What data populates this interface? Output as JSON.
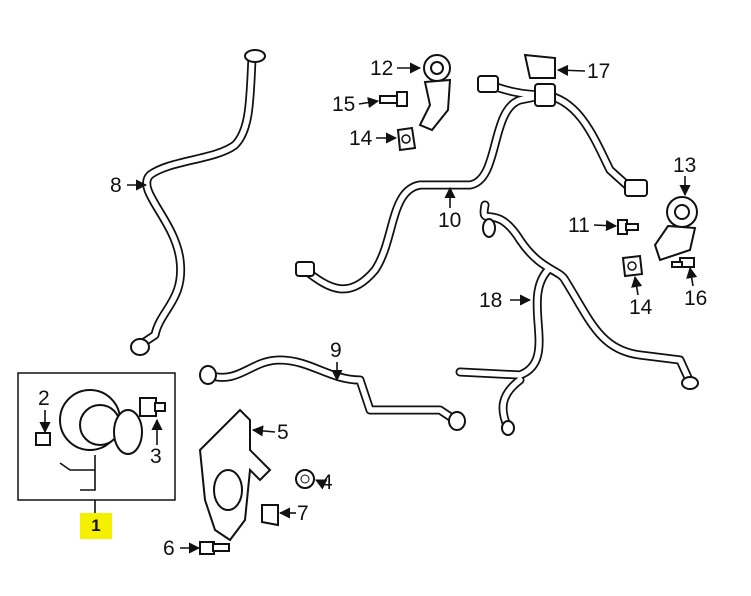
{
  "diagram": {
    "title": "Secondary air injection parts diagram",
    "highlight_color": "#f5f000",
    "callouts": {
      "c1": "1",
      "c2": "2",
      "c3": "3",
      "c4": "4",
      "c5": "5",
      "c6": "6",
      "c7": "7",
      "c8": "8",
      "c9": "9",
      "c10": "10",
      "c11": "11",
      "c12": "12",
      "c13": "13",
      "c14a": "14",
      "c14b": "14",
      "c15": "15",
      "c16": "16",
      "c17": "17",
      "c18": "18"
    }
  }
}
